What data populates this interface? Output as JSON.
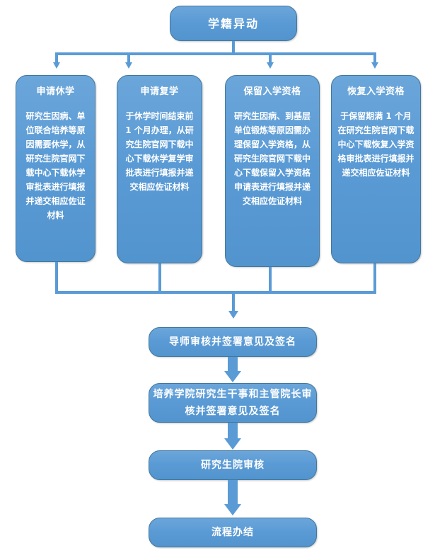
{
  "diagram": {
    "title_node": {
      "label": "学籍异动"
    },
    "branches": [
      {
        "title": "申请休学",
        "body": "研究生因病、单位联合培养等原因需要休学，从研究生院官网下载中心下载休学审批表进行填报并递交相应佐证材料"
      },
      {
        "title": "申请复学",
        "body": "于休学时间结束前 1 个月办理，从研究生院官网下载中心下载休学复学审批表进行填报并递交相应佐证材料"
      },
      {
        "title": "保留入学资格",
        "body": "研究生因病、到基层单位锻炼等原因需办理保留入学资格，从研究生院官网下载中心下载保留入学资格申请表进行填报并递交相应佐证材料"
      },
      {
        "title": "恢复入学资格",
        "body": "于保留期满 1 个月在研究生院官网下载中心下载恢复入学资格审批表进行填报并递交相应佐证材料"
      }
    ],
    "steps": [
      {
        "label": "导师审核并签署意见及签名"
      },
      {
        "label": "培养学院研究生干事和主管院长审核并签署意见及签名"
      },
      {
        "label": "研究生院审核"
      },
      {
        "label": "流程办结"
      }
    ],
    "colors": {
      "node_fill": "#5B9BD5",
      "node_border": "#41789F",
      "connector": "#5B9BD5",
      "text": "#FFFFFF",
      "background": "#FFFFFF"
    }
  }
}
